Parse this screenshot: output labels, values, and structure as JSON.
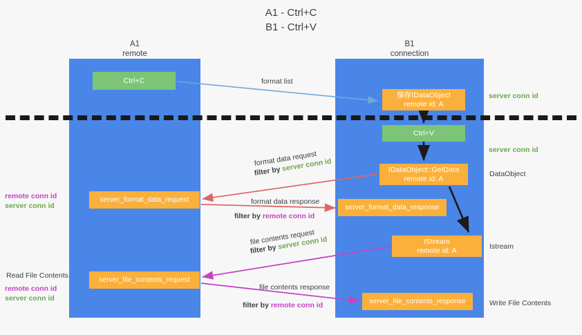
{
  "diagram": {
    "title": "A1 - Ctrl+C\nB1 - Ctrl+V",
    "colors": {
      "lane": "#4a86e8",
      "green_box": "#7cc576",
      "orange_box": "#fbb03b",
      "server_conn_id": "#6aa84f",
      "remote_conn_id": "#c246c2",
      "arrow_blue": "#6fa8dc",
      "arrow_red": "#e06666",
      "arrow_magenta": "#c246c2",
      "arrow_black": "#1a1a1a",
      "background": "#f7f7f7"
    },
    "lanes": [
      {
        "id": "a1",
        "header": "A1\nremote"
      },
      {
        "id": "b1",
        "header": "B1\nconnection"
      }
    ],
    "nodes": {
      "ctrl_c": "Ctrl+C",
      "idataobject": "保存IDataObject\nremote id: A",
      "ctrl_v": "Ctrl+V",
      "getdata": "IDataObject::GetData\nremote id: A",
      "server_format_data_request": "server_format_data_request",
      "server_format_data_response": "server_format_data_response",
      "istream": "IStream\nremote id: A",
      "server_file_contents_request": "server_file_contents_request",
      "server_file_contents_response": "server_file_contents_response"
    },
    "edge_labels": {
      "format_list": "format list",
      "format_data_request": "format data request",
      "format_data_request_filter_prefix": "filter by ",
      "format_data_request_filter_key": "server conn id",
      "format_data_response": "format data response",
      "format_data_response_filter_prefix": "filter by ",
      "format_data_response_filter_key": "remote conn id",
      "file_contents_request": "file contents request",
      "file_contents_request_filter_prefix": "filter by ",
      "file_contents_request_filter_key": "server conn id",
      "file_contents_response": "file contents response",
      "file_contents_response_filter_prefix": "filter by ",
      "file_contents_response_filter_key": "remote conn id"
    },
    "side_labels": {
      "server_conn_id_top": "server conn id",
      "server_conn_id_mid": "server conn id",
      "dataobject": "DataObject",
      "istream": "Istream",
      "write_file_contents": "Write File Contents",
      "read_file_contents": "Read File Contents",
      "remote_conn_id": "remote conn id",
      "server_conn_id": "server conn id"
    }
  }
}
